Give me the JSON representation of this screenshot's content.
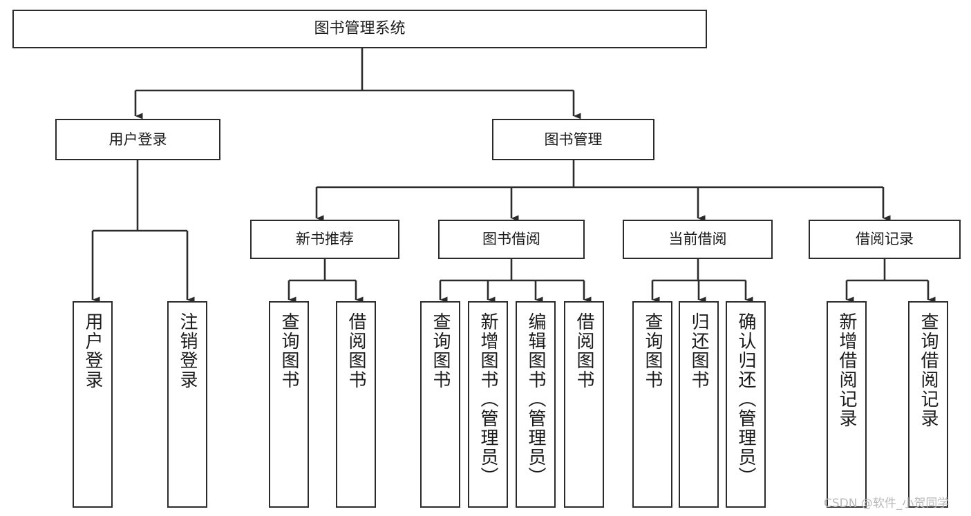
{
  "diagram": {
    "title": "图书管理系统",
    "type": "tree-hierarchy",
    "root": {
      "id": "root",
      "label": "图书管理系统"
    },
    "level1": [
      {
        "id": "user-login",
        "label": "用户登录"
      },
      {
        "id": "book-mgmt",
        "label": "图书管理"
      }
    ],
    "level2": [
      {
        "id": "new-book-rec",
        "label": "新书推荐",
        "parent": "book-mgmt"
      },
      {
        "id": "book-borrow",
        "label": "图书借阅",
        "parent": "book-mgmt"
      },
      {
        "id": "current-borrow",
        "label": "当前借阅",
        "parent": "book-mgmt"
      },
      {
        "id": "borrow-record",
        "label": "借阅记录",
        "parent": "book-mgmt"
      }
    ],
    "leaves": {
      "user_login": [
        {
          "id": "leaf-user-login",
          "label": "用户登录"
        },
        {
          "id": "leaf-user-logout",
          "label": "注销登录"
        }
      ],
      "new_book_rec": [
        {
          "id": "leaf-query-book-1",
          "label": "查询图书"
        },
        {
          "id": "leaf-borrow-book-1",
          "label": "借阅图书"
        }
      ],
      "book_borrow": [
        {
          "id": "leaf-query-book-2",
          "label": "查询图书"
        },
        {
          "id": "leaf-add-book",
          "label": "新增图书（管理员）"
        },
        {
          "id": "leaf-edit-book",
          "label": "编辑图书（管理员）"
        },
        {
          "id": "leaf-borrow-book-2",
          "label": "借阅图书"
        }
      ],
      "current_borrow": [
        {
          "id": "leaf-query-book-3",
          "label": "查询图书"
        },
        {
          "id": "leaf-return-book",
          "label": "归还图书"
        },
        {
          "id": "leaf-confirm-return",
          "label": "确认归还（管理员）"
        }
      ],
      "borrow_record": [
        {
          "id": "leaf-add-record",
          "label": "新增借阅记录"
        },
        {
          "id": "leaf-query-record",
          "label": "查询借阅记录"
        }
      ]
    }
  },
  "watermark": {
    "text": "CSDN @软件_小贺同学"
  },
  "colors": {
    "background": "#ffffff",
    "border": "#2b2b2b",
    "text": "#1b1b1b",
    "connector": "#2b2b2b",
    "watermark": "#b9b9b9"
  }
}
